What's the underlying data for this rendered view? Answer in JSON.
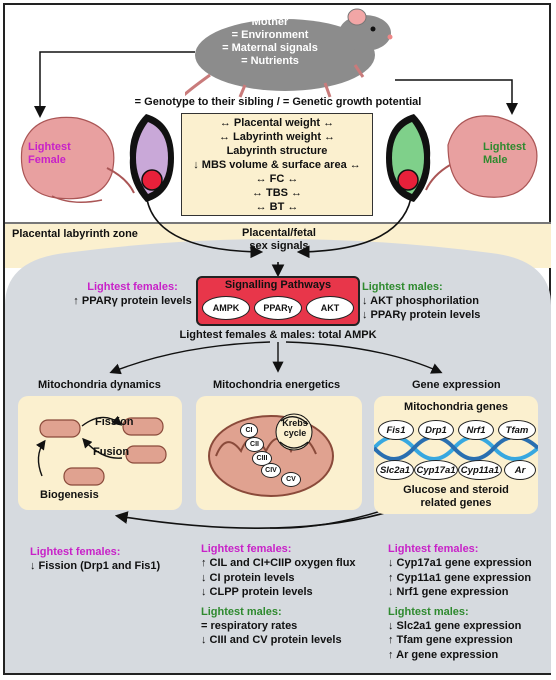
{
  "mother": {
    "line1": "Mother",
    "line2": "= Environment",
    "line3": "= Maternal signals",
    "line4": "= Nutrients"
  },
  "genotype_line": "= Genotype to their sibling / = Genetic growth potential",
  "pups": {
    "female_label": "Lightest\nFemale",
    "male_label": "Lightest\nMale"
  },
  "placenta_box": [
    "↔ Placental weight ↔",
    "↔ Labyrinth weight ↔",
    "Labyrinth structure",
    "↓ MBS volume & surface area ↔",
    "↔ FC ↔",
    "↔ TBS ↔",
    "↔ BT ↔"
  ],
  "zone_label": "Placental labyrinth zone",
  "sex_signals": "Placental/fetal\nsex signals",
  "signalling": {
    "title": "Signalling Pathways",
    "pathways": [
      "AMPK",
      "PPARγ",
      "AKT"
    ]
  },
  "lightest_females_top": {
    "title": "Lightest females:",
    "line": "↑ PPARγ protein levels"
  },
  "lightest_males_top": {
    "title": "Lightest males:",
    "lines": [
      "↓ AKT phosphorilation",
      "↓ PPARγ protein levels"
    ]
  },
  "total_ampk": "Lightest females & males: total AMPK",
  "sections": {
    "dynamics": "Mitochondria dynamics",
    "energetics": "Mitochondria energetics",
    "gene": "Gene expression"
  },
  "dynamics_panel": {
    "fission": "Fission",
    "fusion": "Fusion",
    "biogenesis": "Biogenesis"
  },
  "energetics_panel": {
    "krebs": "Krebs\ncycle",
    "complexes": [
      "CI",
      "CII",
      "CIII",
      "CIV",
      "CV"
    ]
  },
  "gene_panel": {
    "title": "Mitochondria genes",
    "row1": [
      "Fis1",
      "Drp1",
      "Nrf1",
      "Tfam"
    ],
    "row2": [
      "Slc2a1",
      "Cyp17a1",
      "Cyp11a1",
      "Ar"
    ],
    "footer": "Glucose and steroid\nrelated genes"
  },
  "bottom_left": {
    "title": "Lightest females:",
    "line": "↓ Fission (Drp1 and Fis1)"
  },
  "bottom_mid": {
    "females_title": "Lightest females:",
    "females_lines": [
      "↑ CIL and CI+CIIP oxygen flux",
      "↓ CI protein levels",
      "↓ CLPP protein levels"
    ],
    "males_title": "Lightest males:",
    "males_lines": [
      "= respiratory rates",
      "↓ CIII and CV protein levels"
    ]
  },
  "bottom_right": {
    "females_title": "Lightest females:",
    "females_lines": [
      "↓ Cyp17a1 gene expression",
      "↑ Cyp11a1 gene expression",
      "↓ Nrf1 gene expression"
    ],
    "males_title": "Lightest males:",
    "males_lines": [
      "↓ Slc2a1 gene expression",
      "↑ Tfam gene expression",
      "↑ Ar gene expression"
    ]
  },
  "colors": {
    "female": "#c822c8",
    "male": "#2f8a2f",
    "beige": "#fbf0cf",
    "grey": "#d6dadf",
    "signalling_red": "#e8364a"
  }
}
